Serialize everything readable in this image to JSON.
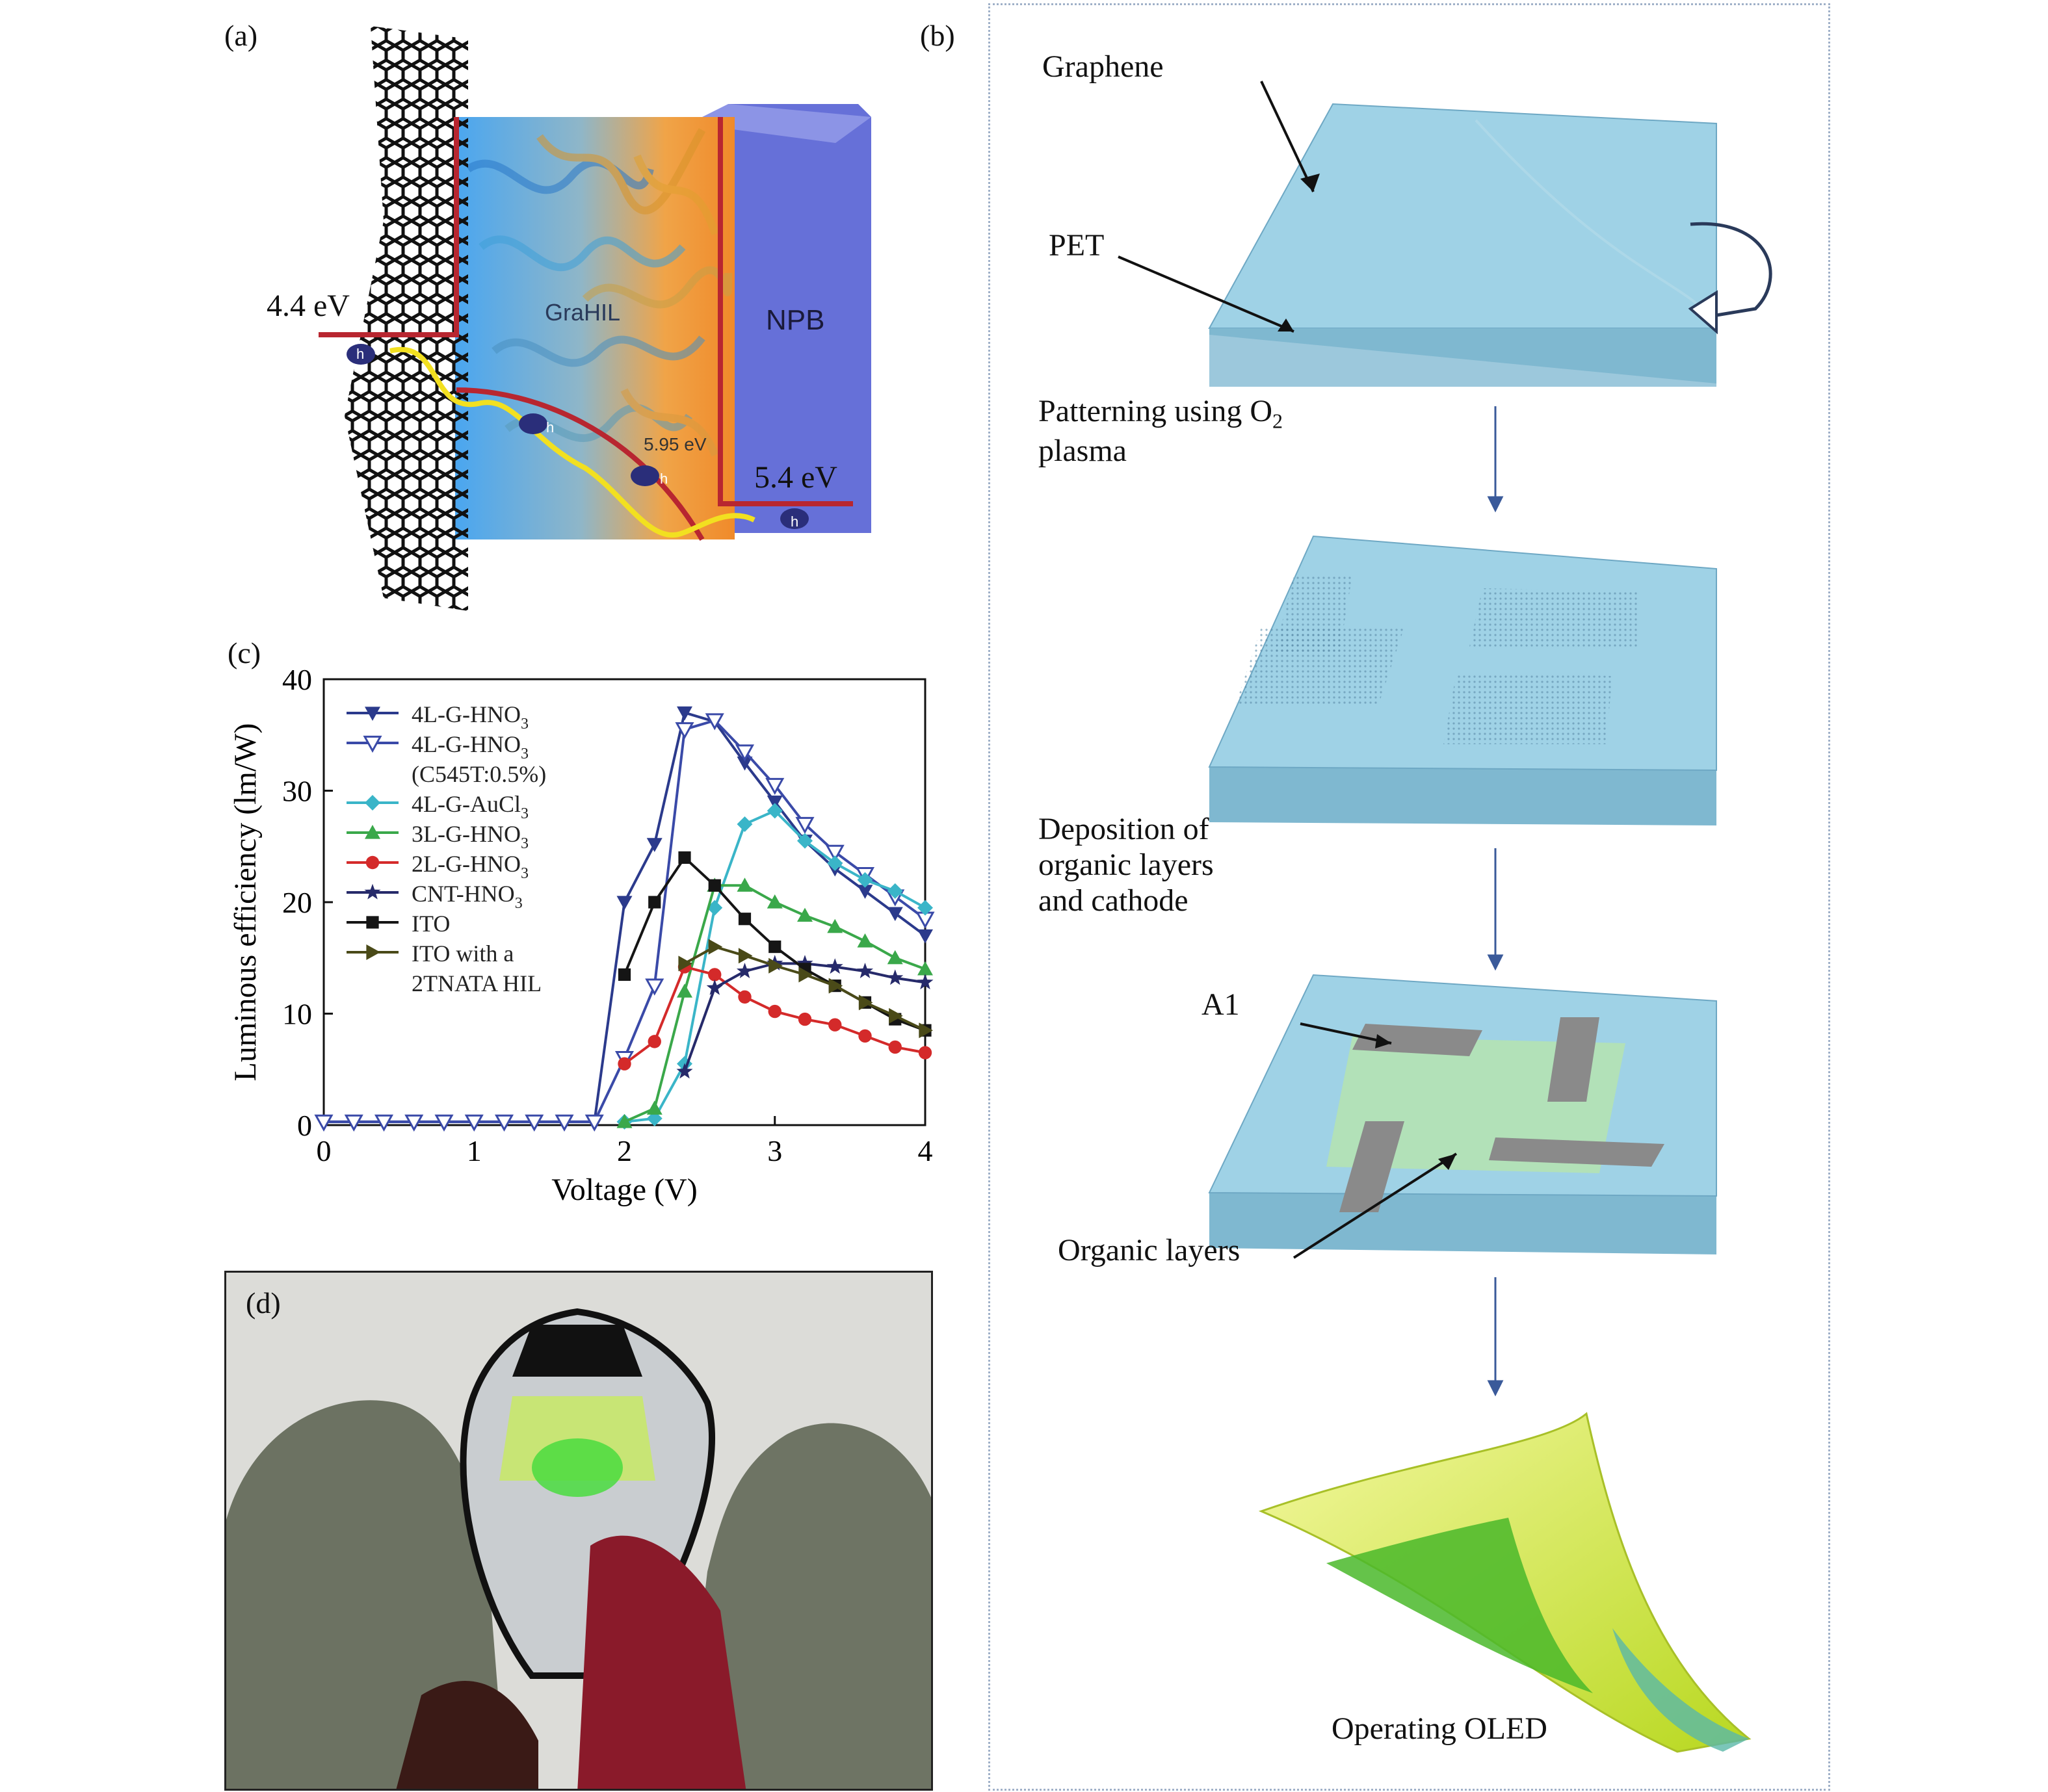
{
  "panel_a": {
    "label": "(a)",
    "left_level": "4.4 eV",
    "right_level": "5.4 eV",
    "mid_level": "5.95 eV",
    "layer_label": "GraHIL",
    "block_label": "NPB",
    "carrier": "h"
  },
  "panel_b": {
    "label": "(b)",
    "graphene": "Graphene",
    "pet": "PET",
    "step1_line1": "Patterning using O",
    "step1_sub": "2",
    "step1_line2": "plasma",
    "step2_line1": "Deposition of",
    "step2_line2": "organic layers",
    "step2_line3": "and cathode",
    "al": "A1",
    "organic": "Organic layers",
    "final": "Operating OLED"
  },
  "panel_c": {
    "label": "(c)"
  },
  "panel_d": {
    "label": "(d)"
  },
  "chart_data": {
    "type": "line",
    "xlabel": "Voltage (V)",
    "ylabel": "Luminous efficiency (lm/W)",
    "xlim": [
      0,
      4
    ],
    "ylim": [
      0,
      40
    ],
    "xticks": [
      "0",
      "1",
      "2",
      "3",
      "4"
    ],
    "yticks": [
      "0",
      "10",
      "20",
      "30",
      "40"
    ],
    "legend_position": "top-left",
    "series": [
      {
        "name": "4L-G-HNO",
        "sub": "3",
        "name2": "",
        "color": "#2b3a8c",
        "marker": "tri-down-filled",
        "x": [
          0,
          0.2,
          0.4,
          0.6,
          0.8,
          1.0,
          1.2,
          1.4,
          1.6,
          1.8,
          2.0,
          2.2,
          2.4,
          2.6,
          2.8,
          3.0,
          3.2,
          3.4,
          3.6,
          3.8,
          4.0
        ],
        "y": [
          0.3,
          0.3,
          0.3,
          0.3,
          0.3,
          0.3,
          0.3,
          0.3,
          0.3,
          0.3,
          20,
          25.2,
          37,
          36.2,
          32.5,
          29,
          25.5,
          23,
          21,
          19,
          17
        ]
      },
      {
        "name": "4L-G-HNO",
        "sub": "3",
        "name2": "(C545T:0.5%)",
        "color": "#3a4aa8",
        "marker": "tri-down-open",
        "x": [
          0,
          0.2,
          0.4,
          0.6,
          0.8,
          1.0,
          1.2,
          1.4,
          1.6,
          1.8,
          2.0,
          2.2,
          2.4,
          2.6,
          2.8,
          3.0,
          3.2,
          3.4,
          3.6,
          3.8,
          4.0
        ],
        "y": [
          0.3,
          0.3,
          0.3,
          0.3,
          0.3,
          0.3,
          0.3,
          0.3,
          0.3,
          0.3,
          6,
          12.5,
          35.5,
          36.3,
          33.5,
          30.5,
          27,
          24.5,
          22.5,
          20.5,
          18.5
        ]
      },
      {
        "name": "4L-G-AuCl",
        "sub": "3",
        "name2": "",
        "color": "#3ab5c8",
        "marker": "diamond",
        "x": [
          2.0,
          2.2,
          2.4,
          2.6,
          2.8,
          3.0,
          3.2,
          3.4,
          3.6,
          3.8,
          4.0
        ],
        "y": [
          0.3,
          0.6,
          5.5,
          19.5,
          27,
          28.2,
          25.5,
          23.5,
          22,
          21,
          19.5
        ]
      },
      {
        "name": "3L-G-HNO",
        "sub": "3",
        "name2": "",
        "color": "#3aa84a",
        "marker": "tri-up",
        "x": [
          2.0,
          2.2,
          2.4,
          2.6,
          2.8,
          3.0,
          3.2,
          3.4,
          3.6,
          3.8,
          4.0
        ],
        "y": [
          0.3,
          1.5,
          12,
          21.5,
          21.5,
          20,
          18.8,
          17.8,
          16.5,
          15,
          14
        ]
      },
      {
        "name": "2L-G-HNO",
        "sub": "3",
        "name2": "",
        "color": "#d42a2a",
        "marker": "circle",
        "x": [
          2.0,
          2.2,
          2.4,
          2.6,
          2.8,
          3.0,
          3.2,
          3.4,
          3.6,
          3.8,
          4.0
        ],
        "y": [
          5.5,
          7.5,
          14.2,
          13.5,
          11.5,
          10.2,
          9.5,
          9,
          8,
          7,
          6.5
        ]
      },
      {
        "name": "CNT-HNO",
        "sub": "3",
        "name2": "",
        "color": "#262a6a",
        "marker": "star",
        "x": [
          2.4,
          2.6,
          2.8,
          3.0,
          3.2,
          3.4,
          3.6,
          3.8,
          4.0
        ],
        "y": [
          4.8,
          12.3,
          13.8,
          14.5,
          14.5,
          14.2,
          13.8,
          13.2,
          12.8
        ]
      },
      {
        "name": "ITO",
        "sub": "",
        "name2": "",
        "color": "#151515",
        "marker": "square",
        "x": [
          2.0,
          2.2,
          2.4,
          2.6,
          2.8,
          3.0,
          3.2,
          3.4,
          3.6,
          3.8,
          4.0
        ],
        "y": [
          13.5,
          20,
          24,
          21.5,
          18.5,
          16,
          14,
          12.5,
          11,
          9.5,
          8.5
        ]
      },
      {
        "name": "ITO with a",
        "sub": "",
        "name2": "2TNATA HIL",
        "color": "#4a4a18",
        "marker": "tri-right",
        "x": [
          2.4,
          2.6,
          2.8,
          3.0,
          3.2,
          3.4,
          3.6,
          3.8,
          4.0
        ],
        "y": [
          14.5,
          16,
          15.2,
          14.3,
          13.5,
          12.5,
          11,
          9.8,
          8.5
        ]
      }
    ]
  }
}
